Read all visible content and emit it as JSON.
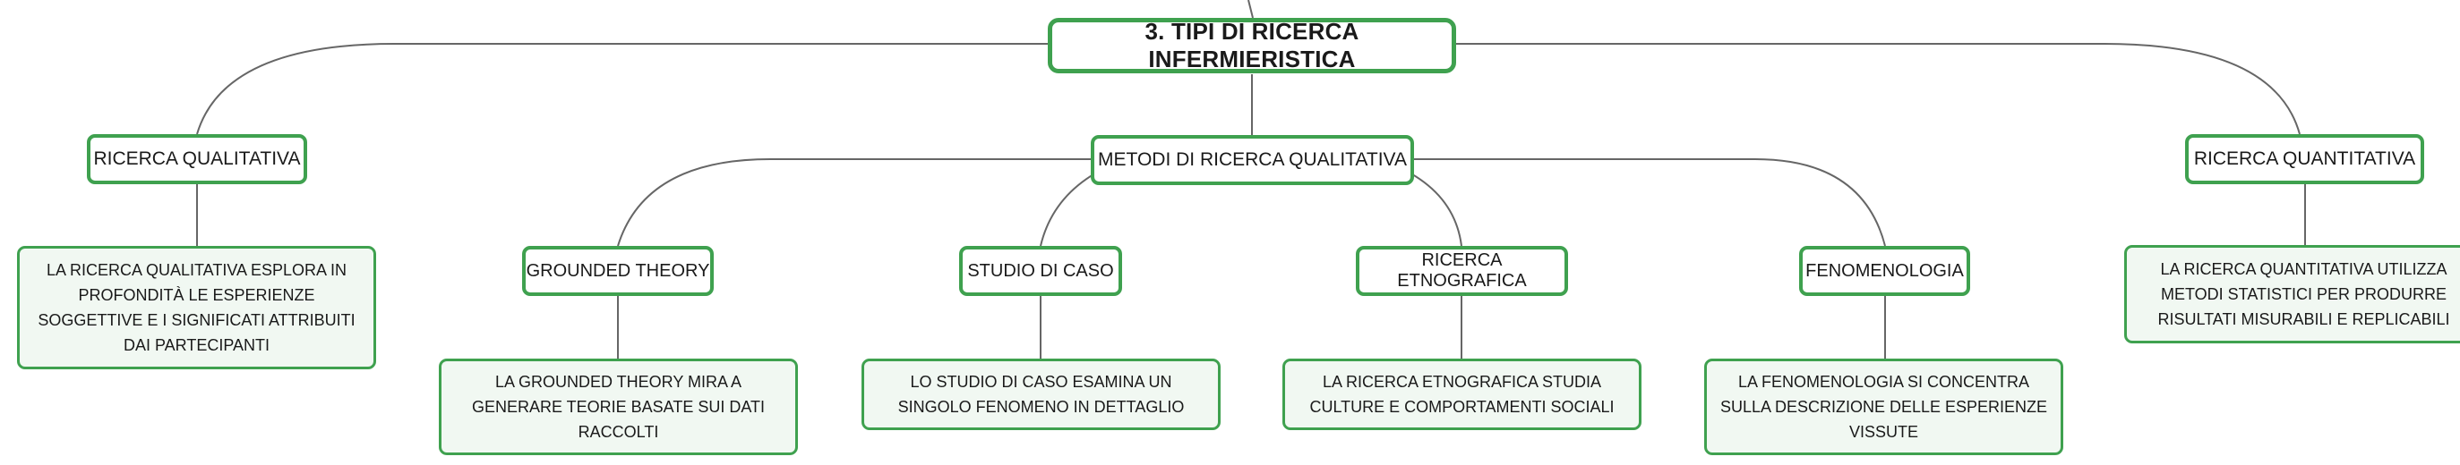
{
  "colors": {
    "border": "#3fa14f",
    "leaf_fill": "#f1f8f2",
    "connector": "#666666",
    "text": "#1a1a1a"
  },
  "root": {
    "label": "3. TIPI DI RICERCA INFERMIERISTICA"
  },
  "branches": {
    "qualitative": {
      "label": "RICERCA QUALITATIVA",
      "description": "LA RICERCA QUALITATIVA ESPLORA IN PROFONDITÀ LE ESPERIENZE SOGGETTIVE E I SIGNIFICATI ATTRIBUITI DAI PARTECIPANTI"
    },
    "methods": {
      "label": "METODI DI RICERCA QUALITATIVA",
      "items": [
        {
          "label": "GROUNDED THEORY",
          "description": "LA GROUNDED THEORY MIRA A GENERARE TEORIE BASATE SUI DATI RACCOLTI"
        },
        {
          "label": "STUDIO DI CASO",
          "description": "LO STUDIO DI CASO ESAMINA UN SINGOLO FENOMENO IN DETTAGLIO"
        },
        {
          "label": "RICERCA ETNOGRAFICA",
          "description": "LA RICERCA ETNOGRAFICA STUDIA CULTURE E COMPORTAMENTI SOCIALI"
        },
        {
          "label": "FENOMENOLOGIA",
          "description": "LA FENOMENOLOGIA SI CONCENTRA SULLA DESCRIZIONE DELLE ESPERIENZE VISSUTE"
        }
      ]
    },
    "quantitative": {
      "label": "RICERCA QUANTITATIVA",
      "description": "LA RICERCA QUANTITATIVA UTILIZZA METODI STATISTICI PER PRODURRE RISULTATI MISURABILI E REPLICABILI"
    }
  }
}
